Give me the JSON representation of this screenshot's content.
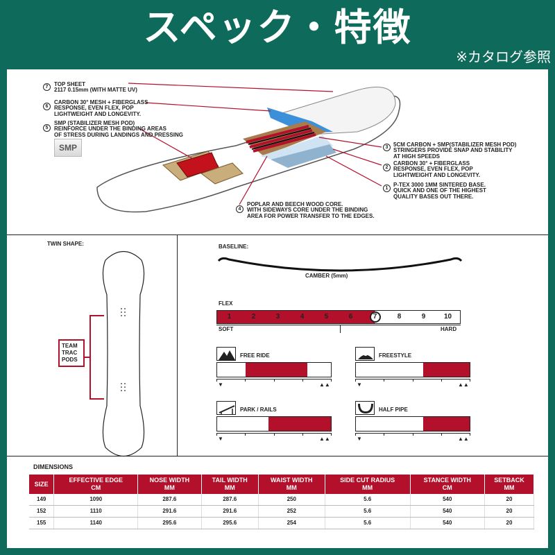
{
  "header": {
    "title": "スペック・特徴",
    "note": "※カタログ参照"
  },
  "construction": {
    "badge": "SMP",
    "callouts": [
      {
        "num": "7",
        "title": "TOP SHEET",
        "desc": "2117 0.15mm (WITH MATTE UV)"
      },
      {
        "num": "6",
        "title": "CARBON 30° MESH + FIBERGLASS",
        "desc": "RESPONSE, EVEN FLEX, POP\nLIGHTWEIGHT AND LONGEVITY."
      },
      {
        "num": "5",
        "title": "SMP (STABILIZER MESH POD)",
        "desc": "REINFORCE UNDER THE BINDING AREAS\nOF STRESS DURING LANDINGS AND PRESSING"
      },
      {
        "num": "3",
        "title": "5CM CARBON + SMP(STABILIZER MESH POD)",
        "desc": "STRINGERS PROVIDE SNAP AND STABILITY\nAT HIGH SPEEDS"
      },
      {
        "num": "2",
        "title": "CARBON 30° + FIBERGLASS",
        "desc": "RESPONSE, EVEN FLEX, POP\nLIGHTWEIGHT AND LONGEVITY."
      },
      {
        "num": "1",
        "title": "P-TEX 3000 1MM SINTERED BASE.",
        "desc": "QUICK AND ONE OF THE HIGHEST\nQUALITY BASES OUT THERE."
      },
      {
        "num": "4",
        "title": "POPLAR AND BEECH WOOD CORE.",
        "desc": "WITH SIDEWAYS CORE UNDER THE BINDING\nAREA FOR POWER TRANSFER TO THE EDGES."
      }
    ]
  },
  "shape": {
    "title": "TWIN SHAPE:",
    "pods_label": "TEAM\nTRAC\nPODS"
  },
  "baseline": {
    "title": "BASELINE:",
    "profile": "CAMBER (5mm)"
  },
  "flex": {
    "title": "FLEX",
    "scale": [
      "1",
      "2",
      "3",
      "4",
      "5",
      "6",
      "7",
      "8",
      "9",
      "10"
    ],
    "value": 7,
    "min_label": "SOFT",
    "max_label": "HARD"
  },
  "ratings": [
    {
      "label": "FREE RIDE",
      "icon": "mountain-icon",
      "start": 0.25,
      "end": 0.79
    },
    {
      "label": "FREESTYLE",
      "icon": "freestyle-icon",
      "start": 0.59,
      "end": 1.0
    },
    {
      "label": "PARK / RAILS",
      "icon": "rail-icon",
      "start": 0.45,
      "end": 1.0
    },
    {
      "label": "HALF PIPE",
      "icon": "halfpipe-icon",
      "start": 0.59,
      "end": 1.0
    }
  ],
  "dimensions": {
    "title": "DIMENSIONS",
    "headers": [
      [
        "SIZE",
        ""
      ],
      [
        "EFFECTIVE EDGE",
        "CM"
      ],
      [
        "NOSE WIDTH",
        "MM"
      ],
      [
        "TAIL WIDTH",
        "MM"
      ],
      [
        "WAIST WIDTH",
        "MM"
      ],
      [
        "SIDE CUT RADIUS",
        "MM"
      ],
      [
        "STANCE WIDTH",
        "CM"
      ],
      [
        "SETBACK",
        "MM"
      ]
    ],
    "rows": [
      [
        "149",
        "1090",
        "287.6",
        "287.6",
        "250",
        "5.6",
        "540",
        "20"
      ],
      [
        "152",
        "1110",
        "291.6",
        "291.6",
        "252",
        "5.6",
        "540",
        "20"
      ],
      [
        "155",
        "1140",
        "295.6",
        "295.6",
        "254",
        "5.6",
        "540",
        "20"
      ]
    ]
  },
  "colors": {
    "teal": "#0e6b5c",
    "accent": "#b3112b"
  }
}
